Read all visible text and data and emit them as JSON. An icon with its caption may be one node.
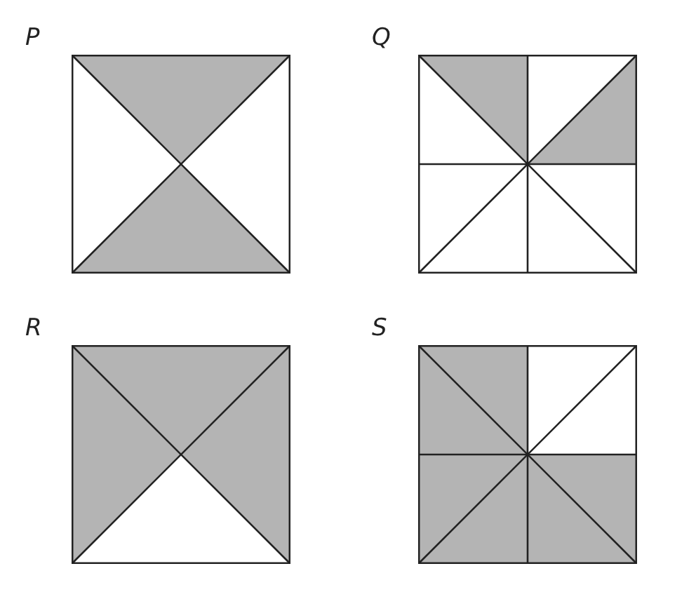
{
  "diagram": {
    "nodes": [
      {
        "text": [
          "P"
        ]
      },
      {
        "text": [
          "Q"
        ]
      },
      {
        "text": [
          "R"
        ]
      },
      {
        "text": [
          "S"
        ]
      }
    ]
  }
}
